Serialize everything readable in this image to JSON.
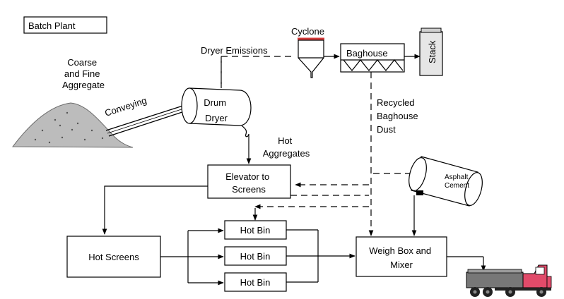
{
  "diagram": {
    "title": "Batch Plant",
    "labels": {
      "aggregate": [
        "Coarse",
        "and Fine",
        "Aggregate"
      ],
      "conveying": "Conveying",
      "drum_dryer": [
        "Drum",
        "Dryer"
      ],
      "dryer_emissions": "Dryer Emissions",
      "cyclone": "Cyclone",
      "baghouse": "Baghouse",
      "stack": "Stack",
      "recycled_dust": [
        "Recycled",
        "Baghouse",
        "Dust"
      ],
      "hot_aggregates": [
        "Hot",
        "Aggregates"
      ],
      "elevator": [
        "Elevator to",
        "Screens"
      ],
      "asphalt_cement": [
        "Asphalt",
        "Cement"
      ],
      "hot_screens": "Hot Screens",
      "hot_bin_1": "Hot Bin",
      "hot_bin_2": "Hot Bin",
      "hot_bin_3": "Hot Bin",
      "weigh_box": [
        "Weigh Box and",
        "Mixer"
      ]
    }
  }
}
